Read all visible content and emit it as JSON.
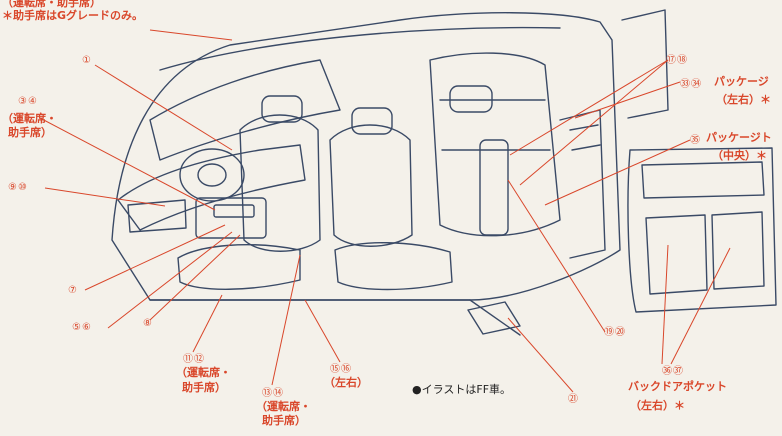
{
  "header": {
    "line1": "（運転席・助手席）",
    "line2": "＊助手席はGグレードのみ。"
  },
  "callouts": {
    "c1": "①",
    "c3_4": "③④",
    "c3_4_sub": "（運転席・",
    "c3_4_sub2": "助手席）",
    "c9_10": "⑨⑩",
    "c7": "⑦",
    "c5_6": "⑤⑥",
    "c8": "⑧",
    "c11_12": "⑪⑫",
    "c11_12_sub": "（運転席・",
    "c11_12_sub2": "助手席）",
    "c13_14": "⑬⑭",
    "c13_14_sub": "（運転席・",
    "c13_14_sub2": "助手席）",
    "c15_16": "⑮⑯",
    "c15_16_sub": "（左右）",
    "c17_18": "⑰⑱",
    "c33_34": "㉝㉞",
    "c33_34_label": "パッケージ",
    "c33_34_sub": "（左右）＊",
    "c35": "㉟",
    "c35_label": "パッケージト",
    "c35_sub": "（中央）＊",
    "c19_20": "⑲⑳",
    "c21": "㉑",
    "c36_37": "㊱㊲",
    "c36_37_label": "バックドアポケット",
    "c36_37_sub": "（左右）＊"
  },
  "footnote": "●イラストはFF車。",
  "colors": {
    "label": "#d9472b",
    "line": "#3a4a66",
    "bg": "#f4f1ea"
  }
}
